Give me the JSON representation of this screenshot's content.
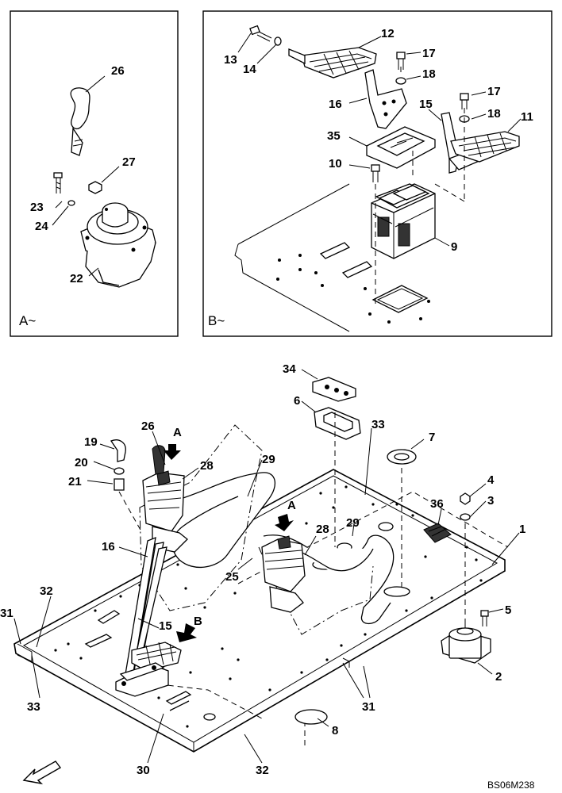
{
  "view_a_label": "A~",
  "view_b_label": "B~",
  "drawing_code": "BS06M238",
  "callout_a": "A",
  "callout_b": "B",
  "labels": {
    "p1": "1",
    "p2": "2",
    "p3": "3",
    "p4": "4",
    "p5": "5",
    "p6": "6",
    "p7": "7",
    "p8": "8",
    "p9": "9",
    "p10": "10",
    "p11": "11",
    "p12": "12",
    "p13": "13",
    "p14": "14",
    "p15": "15",
    "p16": "16",
    "p17": "17",
    "p18": "18",
    "p19": "19",
    "p20": "20",
    "p21": "21",
    "p22": "22",
    "p23": "23",
    "p24": "24",
    "p25": "25",
    "p26": "26",
    "p27": "27",
    "p28": "28",
    "p29": "29",
    "p30": "30",
    "p31": "31",
    "p32": "32",
    "p33": "33",
    "p34": "34",
    "p35": "35",
    "p36": "36"
  }
}
